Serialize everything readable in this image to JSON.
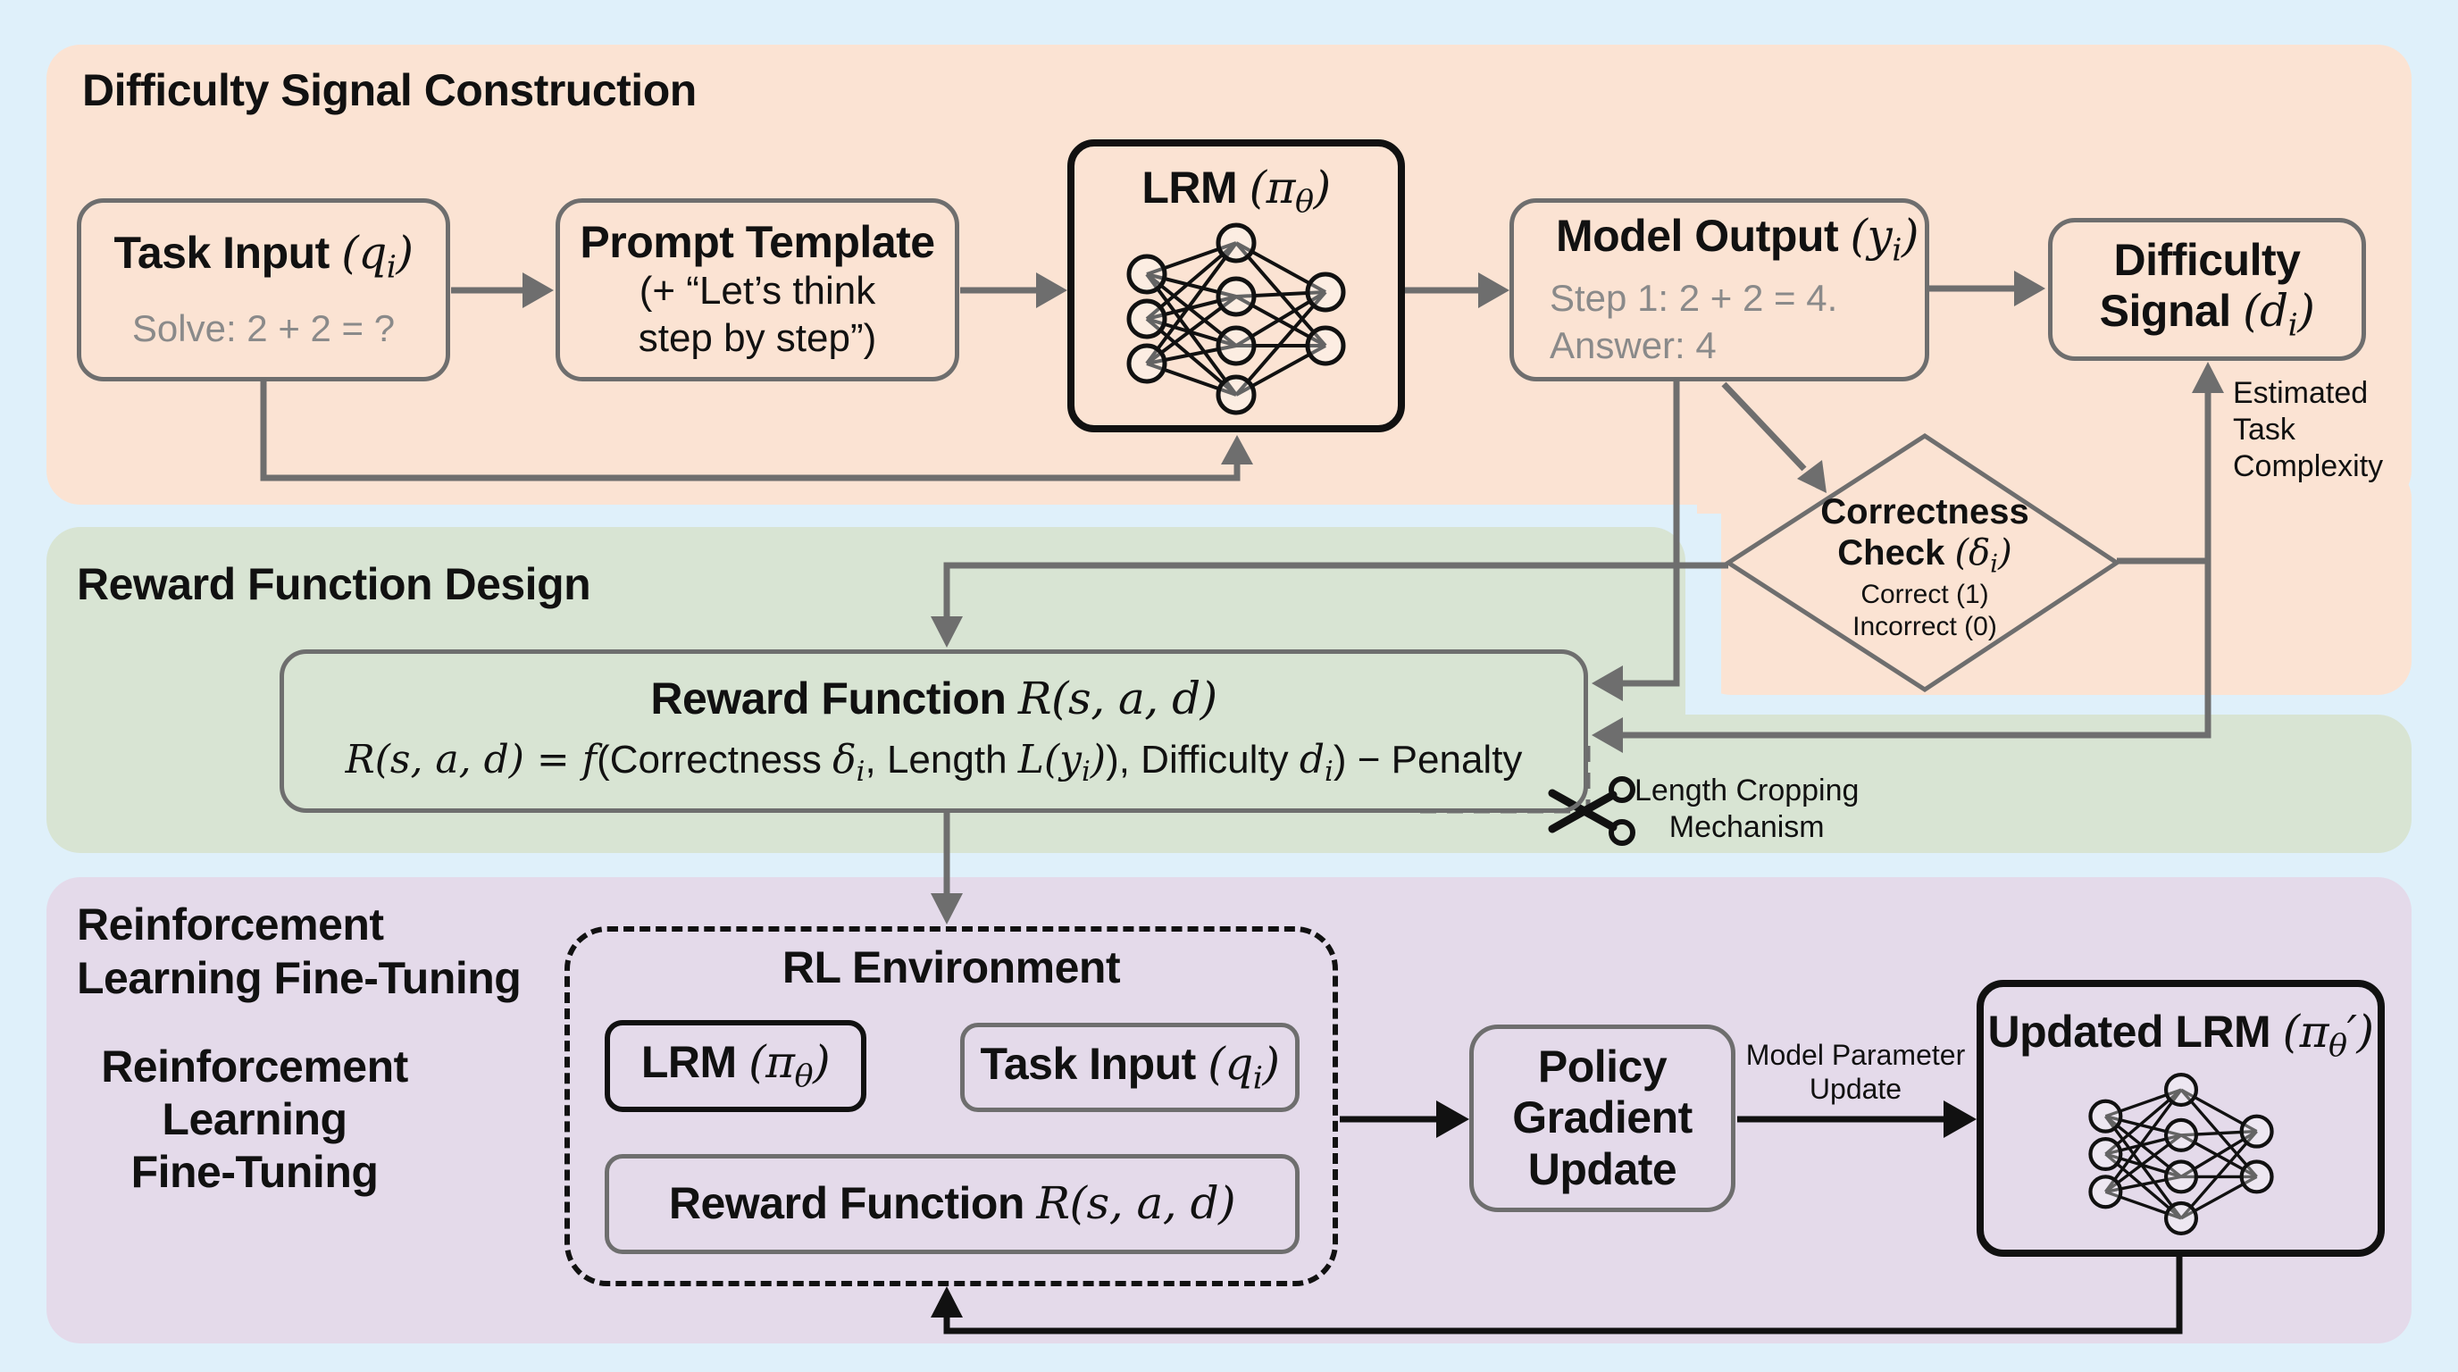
{
  "sections": {
    "difficulty": {
      "title": "Difficulty Signal Construction",
      "color": "#fbe3d3"
    },
    "reward": {
      "title": "Reward Function Design",
      "color": "#d8e4d3"
    },
    "rl": {
      "title": "Reinforcement Learning Fine-Tuning",
      "title_line1": "Reinforcement",
      "title_line2": "Learning Fine-Tuning",
      "side_label_line1": "Reinforcement",
      "side_label_line2": "Learning",
      "side_label_line3": "Fine-Tuning",
      "color": "#e4daea"
    }
  },
  "nodes": {
    "task_input": {
      "title": "Task Input",
      "symbol": "q",
      "subscript": "i",
      "example": "Solve: 2 + 2 = ?"
    },
    "prompt_template": {
      "title": "Prompt Template",
      "line2": "(+ “Let’s think",
      "line3": "step by step”)"
    },
    "lrm": {
      "title": "LRM",
      "symbol": "π",
      "subscript": "θ",
      "icon": "neural-network-icon"
    },
    "model_output": {
      "title": "Model Output",
      "symbol": "y",
      "subscript": "i",
      "line1": "Step 1: 2 + 2 = 4.",
      "line2": "Answer: 4"
    },
    "difficulty_signal": {
      "title_line1": "Difficulty",
      "title_line2": "Signal",
      "symbol": "d",
      "subscript": "i"
    },
    "correctness_check": {
      "title_line1": "Correctness",
      "title_line2": "Check",
      "symbol": "δ",
      "subscript": "i",
      "opt1": "Correct (1)",
      "opt2": "Incorrect (0)"
    },
    "reward_function": {
      "title": "Reward Function",
      "title_math": "R(s, a, d)",
      "formula_lhs": "R(s, a, d) = f",
      "formula_parts": [
        "(Correctness ",
        "δ",
        "i",
        ", Length ",
        "L(y",
        "i",
        "), Difficulty ",
        "d",
        "i",
        ") − Penalty"
      ]
    },
    "rl_env": {
      "title": "RL Environment",
      "lrm_label": "LRM",
      "lrm_symbol": "π",
      "lrm_subscript": "θ",
      "task_label": "Task Input",
      "task_symbol": "q",
      "task_subscript": "i",
      "reward_label": "Reward Function",
      "reward_math": "R(s, a, d)"
    },
    "policy_gradient": {
      "line1": "Policy",
      "line2": "Gradient",
      "line3": "Update"
    },
    "updated_lrm": {
      "title": "Updated LRM",
      "symbol": "π",
      "subscript": "θ",
      "prime": "′",
      "icon": "neural-network-icon"
    }
  },
  "annotations": {
    "estimated": [
      "Estimated",
      "Task",
      "Complexity"
    ],
    "length_cropping": [
      "Length Cropping",
      "Mechanism"
    ],
    "model_param": [
      "Model Parameter",
      "Update"
    ]
  },
  "colors": {
    "background": "#dff0fa",
    "arrow_gray": "#6e6e6e",
    "arrow_dark": "#111111"
  }
}
